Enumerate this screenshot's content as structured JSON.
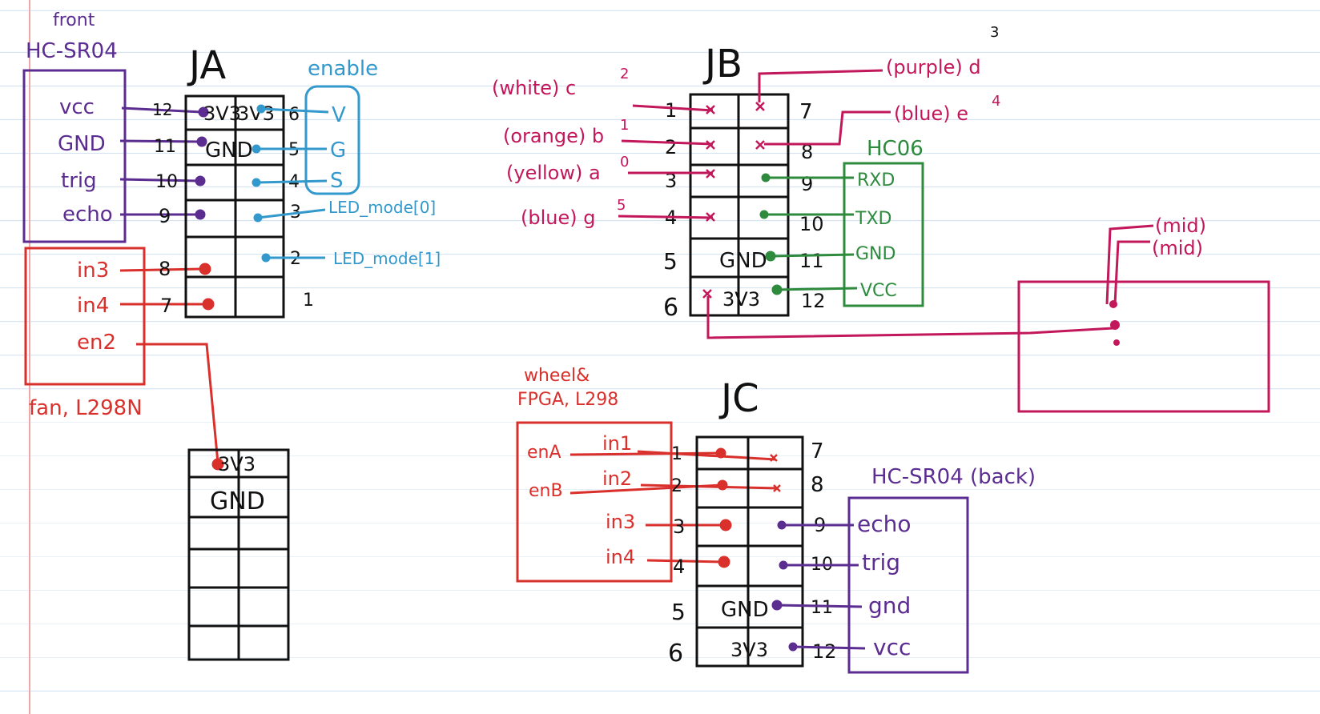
{
  "colors": {
    "ink": "#111111",
    "purple": "#5c2d91",
    "blue": "#3399cc",
    "red": "#d9302c",
    "magenta": "#c2185b",
    "green": "#2e8b3e",
    "paper_line": "#d6e4f2",
    "margin": "#f2a6a6"
  },
  "front_sensor": {
    "caption_top": "front",
    "caption_main": "HC-SR04",
    "pins": [
      "vcc",
      "GND",
      "trig",
      "echo"
    ]
  },
  "fan_driver": {
    "caption": "fan, L298N",
    "pins": [
      "in3",
      "in4",
      "en2"
    ]
  },
  "ja": {
    "title": "JA",
    "left_numbers": [
      "12",
      "11",
      "10",
      "9",
      "8",
      "7"
    ],
    "right_numbers": [
      "6",
      "5",
      "4",
      "3",
      "2",
      "1"
    ],
    "cells_left": [
      "3V3",
      "GND"
    ],
    "cells_right": [
      "3V3",
      ""
    ]
  },
  "enable_module": {
    "title": "enable",
    "pins": [
      "V",
      "G",
      "S"
    ]
  },
  "led_labels": [
    "LED_mode[0]",
    "LED_mode[1]"
  ],
  "power_header": {
    "cells": [
      "3V3",
      "GND"
    ]
  },
  "jb": {
    "title": "JB",
    "left_labels": [
      "(white) c",
      "(orange) b",
      "(yellow) a",
      "(blue) g"
    ],
    "left_supers": [
      "2",
      "1",
      "0",
      "5"
    ],
    "left_numbers": [
      "1",
      "2",
      "3",
      "4",
      "5",
      "6"
    ],
    "right_numbers": [
      "7",
      "8",
      "9",
      "10",
      "11",
      "12"
    ],
    "right_labels": [
      "(purple) d",
      "(blue) e"
    ],
    "right_supers": [
      "3",
      "4"
    ],
    "cell_gnd": "GND",
    "cell_3v3": "3V3"
  },
  "hc06": {
    "title": "HC06",
    "pins": [
      "RXD",
      "TXD",
      "GND",
      "VCC"
    ]
  },
  "mid_labels": [
    "(mid)",
    "(mid)"
  ],
  "wheel_driver": {
    "caption_1": "wheel&",
    "caption_2": "FPGA, L298",
    "left_pins": [
      "enA",
      "enB"
    ],
    "inner_pins": [
      "in1",
      "in2",
      "in3",
      "in4"
    ]
  },
  "jc": {
    "title": "JC",
    "left_numbers": [
      "1",
      "2",
      "3",
      "4",
      "5",
      "6"
    ],
    "right_numbers": [
      "7",
      "8",
      "9",
      "10",
      "11",
      "12"
    ],
    "cell_gnd": "GND",
    "cell_3v3": "3V3"
  },
  "back_sensor": {
    "caption": "HC-SR04 (back)",
    "pins": [
      "echo",
      "trig",
      "gnd",
      "vcc"
    ]
  }
}
